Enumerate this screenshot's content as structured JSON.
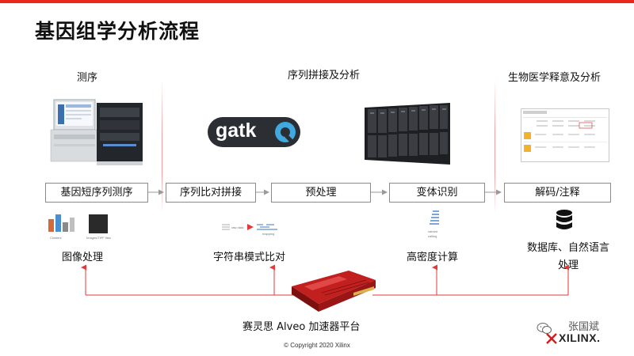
{
  "header": {
    "title": "基因组学分析流程"
  },
  "sections": {
    "sequencing": "测序",
    "alignment": "序列拼接及分析",
    "biomedical": "生物医学释意及分析"
  },
  "gatk_logo": "gatk",
  "pipeline": {
    "steps": [
      "基因短序列测序",
      "序列比对拼接",
      "预处理",
      "变体识别",
      "解码/注释"
    ]
  },
  "thumbnails": {
    "clusters_label": "Clusters",
    "images_label": "Images/TIFF files",
    "raw_data_label": "raw data",
    "mapping_label": "mapping",
    "variant_label": "variant",
    "calling_label": "calling"
  },
  "captions": {
    "image_processing": "图像处理",
    "string_matching": "字符串模式比对",
    "hpc": "高密度计算",
    "db_nlp_line1": "数据库、自然语言",
    "db_nlp_line2": "处理"
  },
  "platform": {
    "label": "赛灵思 Alveo 加速器平台"
  },
  "footer": {
    "copyright": "© Copyright 2020 Xilinx",
    "watermark": "张国斌",
    "brand": "XILINX."
  },
  "colors": {
    "accent": "#e8261c",
    "arrow": "#e23a3a",
    "box_border": "#8a8a8a"
  },
  "icons": [
    "sequencer-image",
    "gatk-logo",
    "server-rack-image",
    "dashboard-screenshot",
    "database-icon",
    "fpga-card-image",
    "wechat-icon",
    "xilinx-logo"
  ]
}
